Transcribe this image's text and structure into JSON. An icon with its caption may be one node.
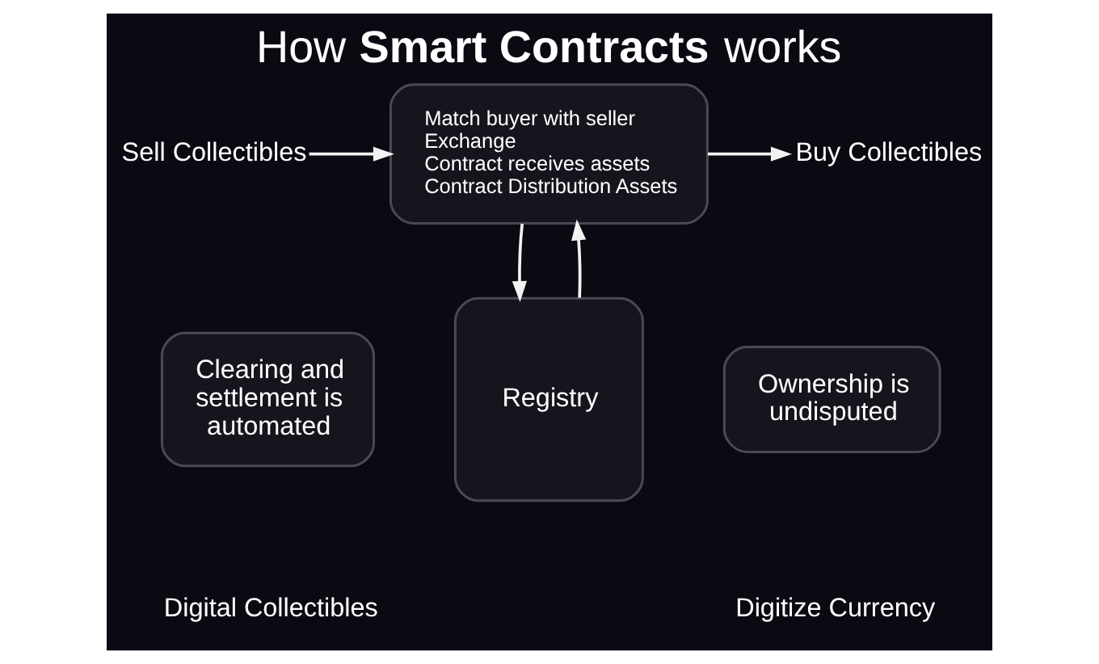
{
  "diagram": {
    "title": "How **Smart Contracts** works",
    "nodes": [
      {
        "text": [
          "Sell Collectibles"
        ]
      },
      {
        "text": [
          "Match buyer with seller",
          "Exchange",
          "Contract receives assets",
          "Contract Distribution Assets"
        ]
      },
      {
        "text": [
          "Buy Collectibles"
        ]
      },
      {
        "text": [
          "Clearing and settlement is automated"
        ]
      },
      {
        "text": [
          "Registry"
        ]
      },
      {
        "text": [
          "Ownership is undisputed"
        ]
      }
    ],
    "edges": [
      {
        "from": 0,
        "to": 1,
        "arrow": "to"
      },
      {
        "from": 1,
        "to": 2,
        "arrow": "to"
      },
      {
        "from": 4,
        "to": 1,
        "arrow": "to"
      },
      {
        "from": 1,
        "to": 4,
        "arrow": "to"
      }
    ],
    "labels": [
      "Digital Collectibles",
      "Digitize Currency"
    ]
  }
}
